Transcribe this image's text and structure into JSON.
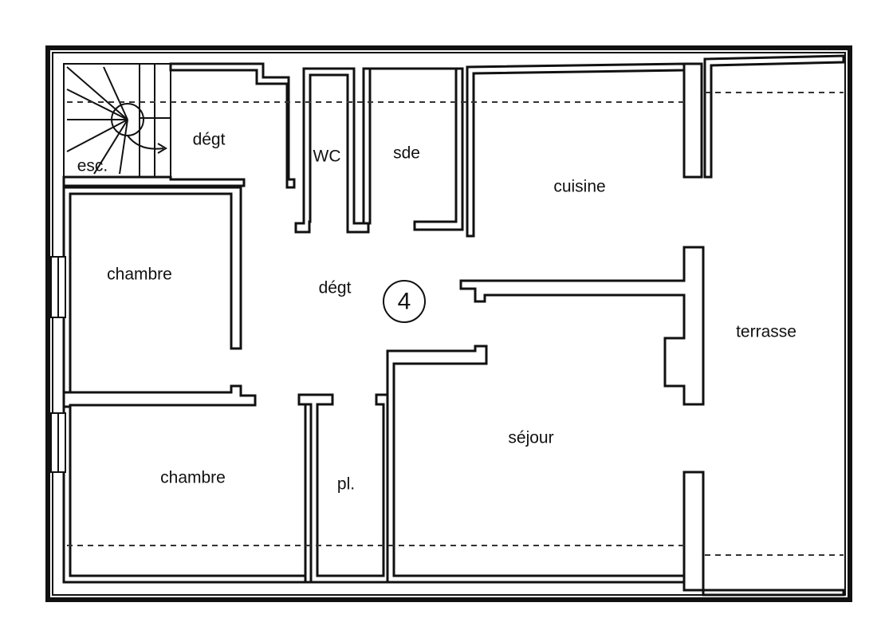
{
  "plan": {
    "level_marker": "4",
    "rooms": {
      "esc": "esc.",
      "degt_top": "dégt",
      "wc": "WC",
      "sde": "sde",
      "cuisine": "cuisine",
      "chambre_1": "chambre",
      "degt_center": "dégt",
      "terrasse": "terrasse",
      "sejour": "séjour",
      "chambre_2": "chambre",
      "placard": "pl."
    }
  }
}
